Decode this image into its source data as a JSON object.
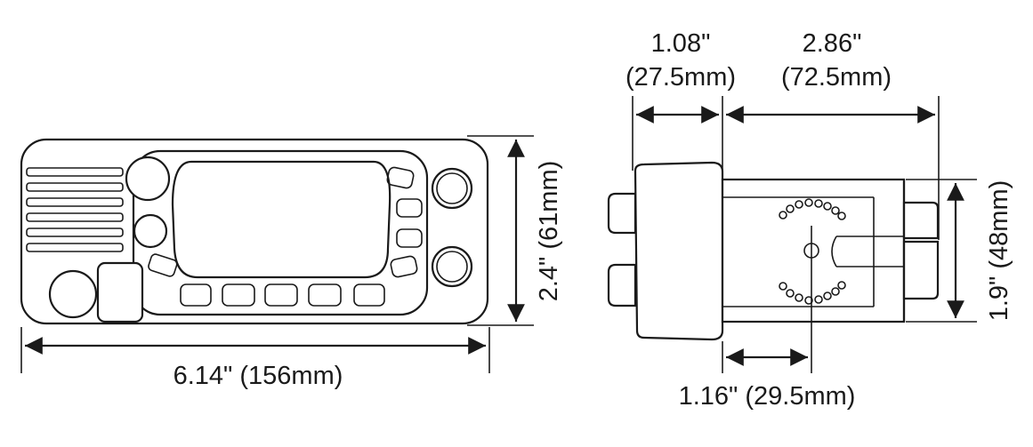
{
  "front_view": {
    "width_label": "6.14\" (156mm)",
    "height_label": "2.4\" (61mm)"
  },
  "side_view": {
    "front_depth_top": "1.08\"",
    "front_depth_bottom": "(27.5mm)",
    "body_depth_top": "2.86\"",
    "body_depth_bottom": "(72.5mm)",
    "body_height_label": "1.9\" (48mm)",
    "bracket_offset_label": "1.16\" (29.5mm)"
  },
  "colors": {
    "line": "#1a1a1a",
    "background": "#ffffff"
  }
}
